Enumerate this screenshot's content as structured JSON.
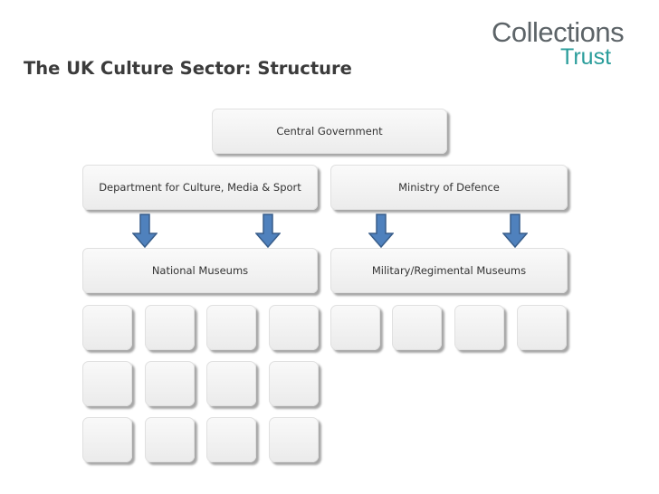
{
  "logo": {
    "line1": "Collections",
    "line2": "Trust"
  },
  "title": "The UK Culture Sector: Structure",
  "nodes": {
    "central_government": "Central Government",
    "dcms": "Department for Culture, Media & Sport",
    "mod": "Ministry of Defence",
    "national_museums": "National Museums",
    "military_museums": "Military/Regimental Museums"
  },
  "colors": {
    "arrow": "#4f81bd",
    "arrow_outline": "#385d8a",
    "logo_grey": "#5d6468",
    "logo_teal": "#2a9d9b"
  }
}
